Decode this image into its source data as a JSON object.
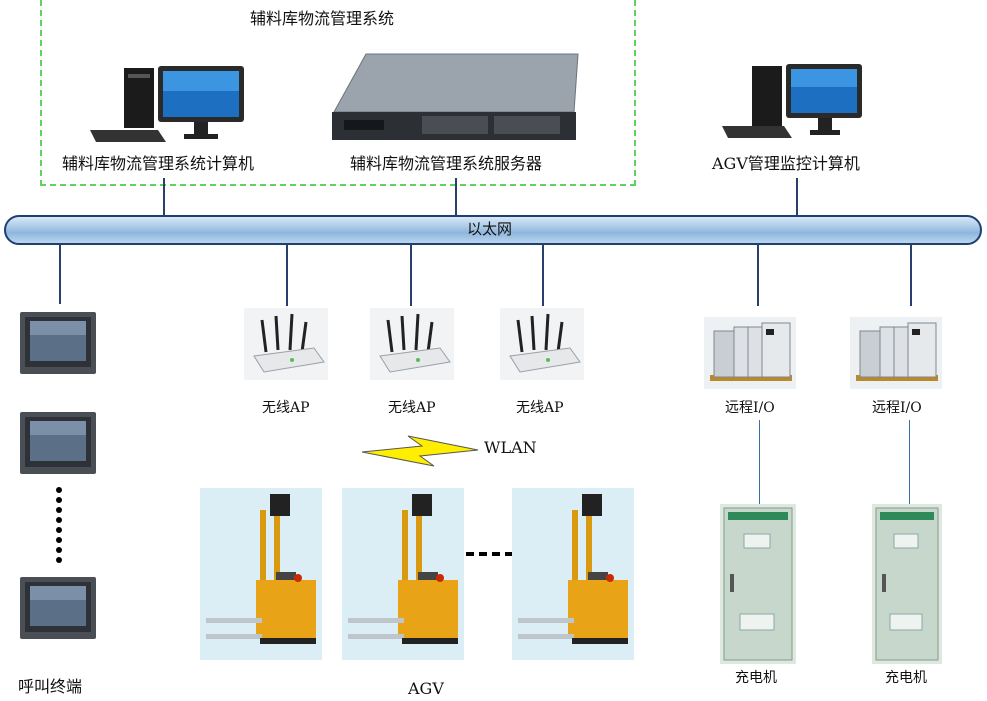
{
  "group_title": "辅料库物流管理系统",
  "top_nodes": {
    "client_pc": "辅料库物流管理系统计算机",
    "server": "辅料库物流管理系统服务器",
    "agv_monitor_pc": "AGV管理监控计算机"
  },
  "network": "以太网",
  "access_points": [
    "无线AP",
    "无线AP",
    "无线AP"
  ],
  "wlan": "WLAN",
  "remote_io": [
    "远程I/O",
    "远程I/O"
  ],
  "chargers": [
    "充电机",
    "充电机"
  ],
  "call_terminal": "呼叫终端",
  "agv": "AGV"
}
